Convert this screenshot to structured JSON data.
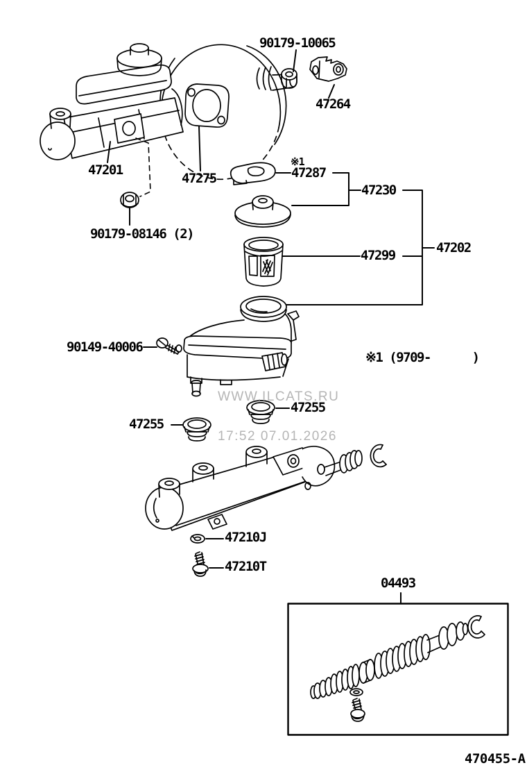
{
  "diagram": {
    "figure_code": "470455-A",
    "watermark": {
      "line1": "WWW.ILCATS.RU",
      "line2": "17:52 07.01.2026"
    },
    "notes": {
      "ref_mark": "※1",
      "production_range": "※1 (9709-      )"
    },
    "labels": {
      "booster_nut": "90179-10065",
      "clamp": "47264",
      "master_cylinder_assy": "47201",
      "booster_gasket": "47275",
      "reservoir_cap": "47287",
      "reservoir_float": "47230",
      "reservoir_sub_assy": "47202",
      "mounting_nut": "90179-08146 (2)",
      "reservoir_strainer": "47299",
      "reservoir_set_screw": "90149-40006",
      "grommet_upper": "47255",
      "grommet_lower": "47255",
      "washer": "47210J",
      "stopper_screw": "47210T",
      "repair_kit": "04493"
    }
  }
}
